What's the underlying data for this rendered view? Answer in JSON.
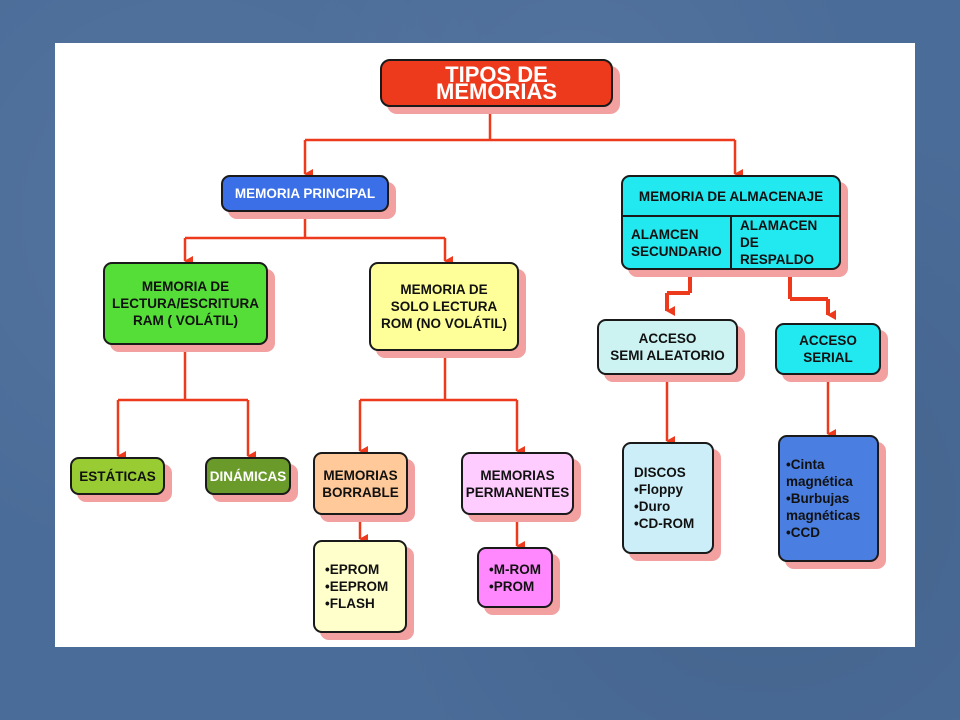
{
  "title": "TIPOS DE MEMORIAS",
  "nodes": {
    "principal": "MEMORIA PRINCIPAL",
    "ram": "MEMORIA DE\nLECTURA/ESCRITURA\nRAM  ( VOLÁTIL)",
    "rom": "MEMORIA DE\nSOLO LECTURA\nROM (NO VOLÁTIL)",
    "estaticas": "ESTÁTICAS",
    "dinamicas": "DINÁMICAS",
    "borrable": "MEMORIAS\nBORRABLE",
    "permanentes": "MEMORIAS\nPERMANENTES",
    "borrable_list": "•EPROM\n•EEPROM\n•FLASH",
    "permanentes_list": "•M-ROM\n•PROM",
    "almacenaje": "MEMORIA DE ALMACENAJE",
    "secundario": "ALAMCEN\nSECUNDARIO",
    "respaldo": "ALAMACEN DE\nRESPALDO",
    "semi": "ACCESO\nSEMI ALEATORIO",
    "serial": "ACCESO\nSERIAL",
    "discos_list": "DISCOS\n•Floppy\n•Duro\n•CD-ROM",
    "cinta_list": "•Cinta\nmagnética\n•Burbujas\nmagnéticas\n•CCD"
  },
  "colors": {
    "title": "#ee3a1c",
    "principal": "#3b6fe8",
    "ram": "#55dd38",
    "rom": "#ffff99",
    "estaticas": "#99cc33",
    "dinamicas": "#6a9a2a",
    "borrable": "#ffc999",
    "permanentes": "#ffccff",
    "borrable_list": "#ffffcc",
    "permanentes_list": "#ff88ff",
    "almacenaje": "#22e8f0",
    "semi": "#ccf2f2",
    "serial": "#22e8f0",
    "discos_list": "#cceef8",
    "cinta_list": "#4a7ee0",
    "connector": "#ee3a1c"
  }
}
